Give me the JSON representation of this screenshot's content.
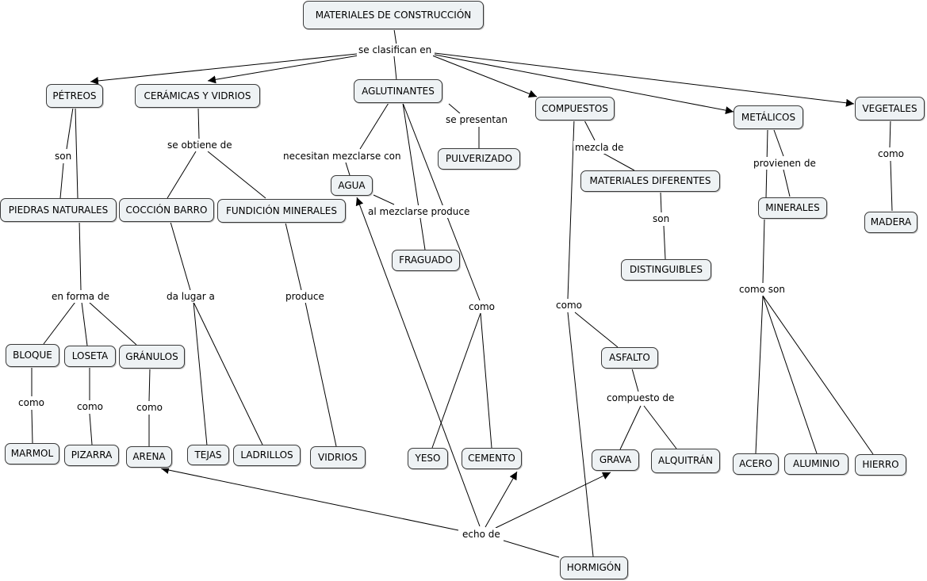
{
  "concepts": {
    "materiales": "MATERIALES DE CONSTRUCCIÓN",
    "petreos": "PÉTREOS",
    "ceramicas": "CERÁMICAS Y VIDRIOS",
    "aglutinantes": "AGLUTINANTES",
    "compuestos": "COMPUESTOS",
    "metalicos": "METÁLICOS",
    "vegetales": "VEGETALES",
    "piedras": "PIEDRAS NATURALES",
    "coccion": "COCCIÓN BARRO",
    "fundicion": "FUNDICIÓN MINERALES",
    "agua": "AGUA",
    "pulverizado": "PULVERIZADO",
    "mat_dif": "MATERIALES DIFERENTES",
    "minerales": "MINERALES",
    "madera": "MADERA",
    "fraguado": "FRAGUADO",
    "distinguibles": "DISTINGUIBLES",
    "bloque": "BLOQUE",
    "loseta": "LOSETA",
    "granulos": "GRÁNULOS",
    "asfalto": "ASFALTO",
    "marmol": "MARMOL",
    "pizarra": "PIZARRA",
    "arena": "ARENA",
    "tejas": "TEJAS",
    "ladrillos": "LADRILLOS",
    "vidrios": "VIDRIOS",
    "yeso": "YESO",
    "cemento": "CEMENTO",
    "grava": "GRAVA",
    "alquitran": "ALQUITRÁN",
    "acero": "ACERO",
    "aluminio": "ALUMINIO",
    "hierro": "HIERRO",
    "hormigon": "HORMIGÓN"
  },
  "links": {
    "se_clasifican_en": "se clasifican en",
    "son_1": "son",
    "se_obtiene_de": "se obtiene de",
    "necesitan": "necesitan mezclarse con",
    "se_presentan": "se presentan",
    "mezcla_de": "mezcla de",
    "provienen_de": "provienen de",
    "como_veg": "como",
    "al_mezclarse": "al mezclarse produce",
    "son_2": "son",
    "en_forma_de": "en forma de",
    "da_lugar_a": "da lugar a",
    "produce": "produce",
    "como_agl": "como",
    "como_comp": "como",
    "como_son": "como son",
    "como_bloque": "como",
    "como_loseta": "como",
    "como_granulos": "como",
    "compuesto_de": "compuesto de",
    "echo_de": "echo de"
  },
  "colors": {
    "node_fill": "#eef2f4",
    "node_border": "#3a3a3a",
    "line": "#000000"
  }
}
